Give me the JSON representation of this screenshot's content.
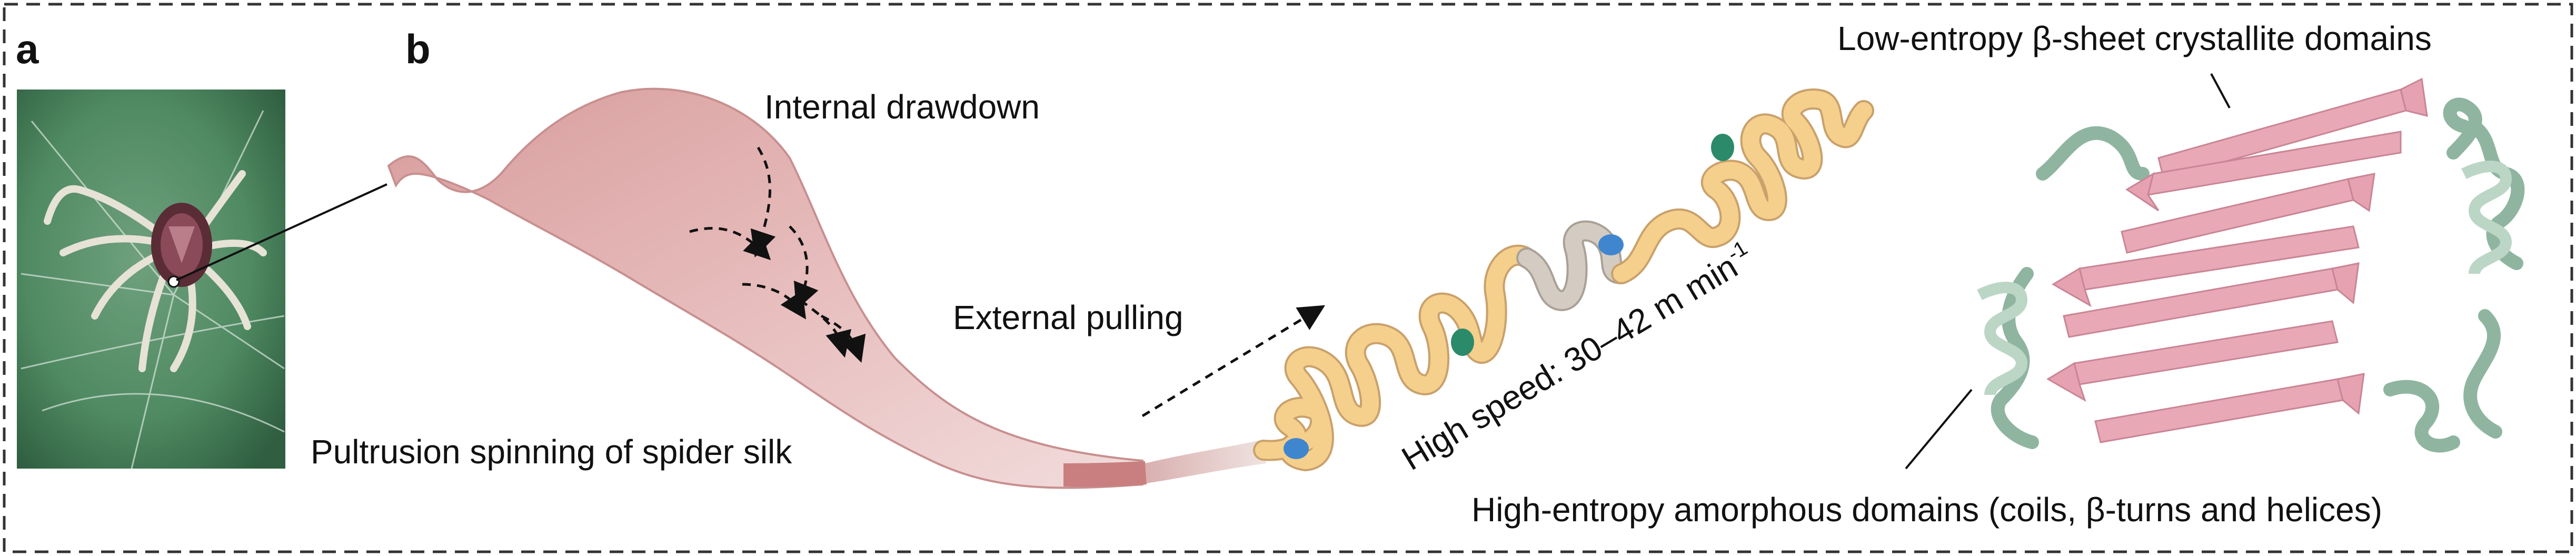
{
  "panels": {
    "a": {
      "label": "a",
      "caption": "Pultrusion spinning of spider silk"
    },
    "b": {
      "label": "b",
      "internal_drawdown": "Internal drawdown",
      "external_pulling": "External pulling",
      "high_speed": "High speed: 30–42 m min",
      "high_speed_sup": "-1",
      "crystallite_label": "Low-entropy β-sheet crystallite domains",
      "amorphous_label": "High-entropy amorphous domains (coils, β-turns and helices)"
    }
  },
  "colors": {
    "gland": "#e3b5b5",
    "gland_stroke": "#c88f8f",
    "duct": "#c97f7f",
    "silk_chain": "#f5cf8c",
    "grey_chain": "#cfc7bd",
    "sheet": "#e9a8b6",
    "helix": "#bcd6c6",
    "blue_node": "#3f86cf",
    "teal_node": "#2b8a6a",
    "photo_bg": "#4f8a62",
    "border": "#333333"
  },
  "icons": [
    "spider-photo",
    "silk-gland",
    "protein-chain",
    "beta-sheet-structure"
  ]
}
